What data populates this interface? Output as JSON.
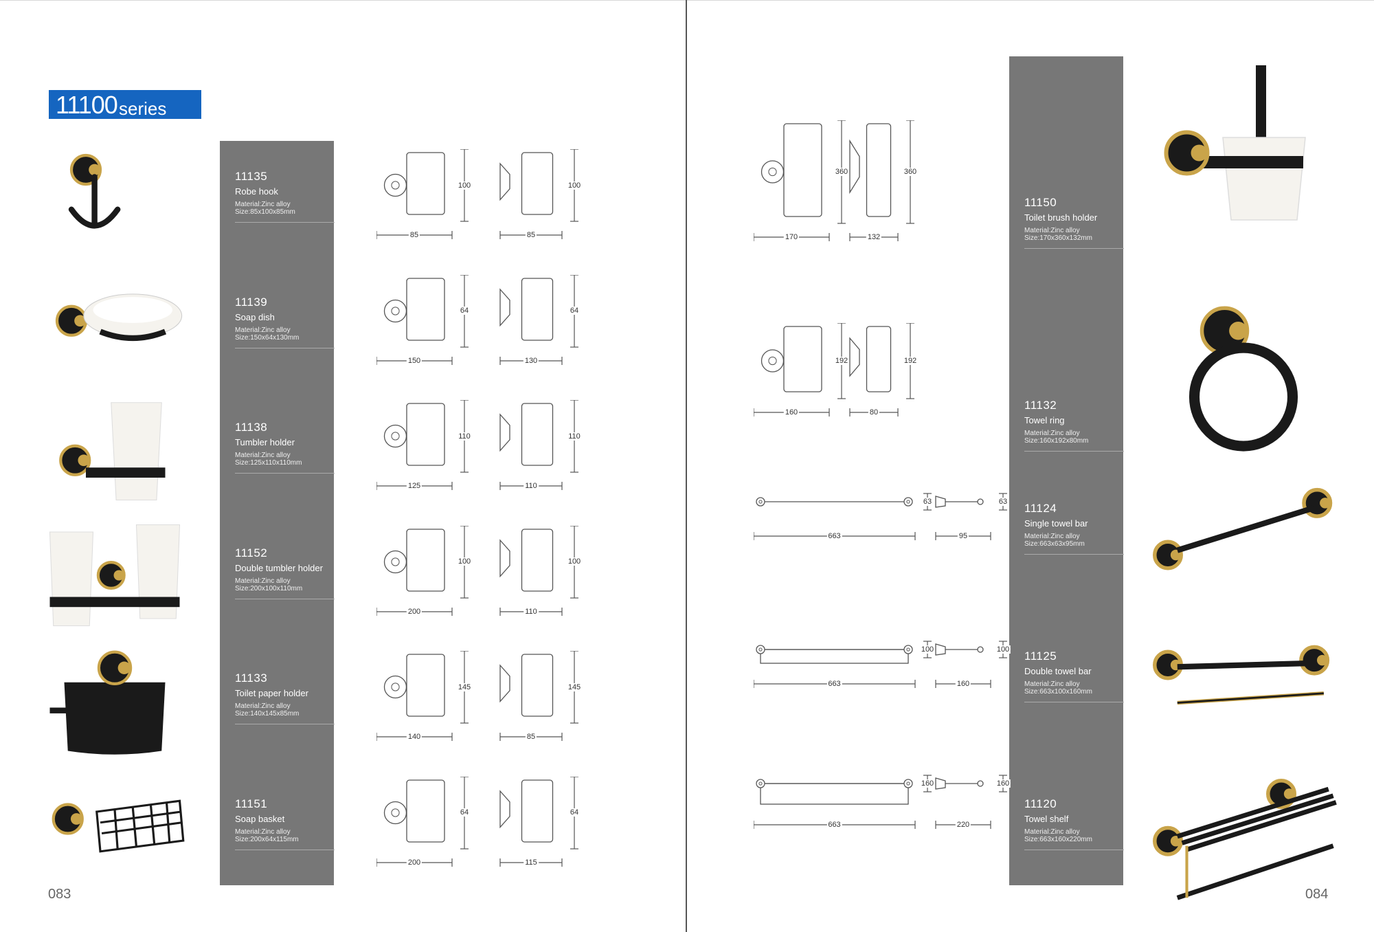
{
  "series": {
    "number": "11100",
    "suffix": "series",
    "accent": "#1565c0"
  },
  "pages": {
    "left": "083",
    "right": "084"
  },
  "left_products": [
    {
      "code": "11135",
      "name": "Robe hook",
      "material": "Material:Zinc alloy",
      "size": "Size:85x100x85mm",
      "icon": "hook",
      "dims": {
        "front_w": "85",
        "front_h": "100",
        "side_w": "85",
        "side_h": "100"
      }
    },
    {
      "code": "11139",
      "name": "Soap dish",
      "material": "Material:Zinc alloy",
      "size": "Size:150x64x130mm",
      "icon": "dish",
      "dims": {
        "front_w": "150",
        "front_h": "64",
        "side_w": "130",
        "side_h": "64"
      }
    },
    {
      "code": "11138",
      "name": "Tumbler holder",
      "material": "Material:Zinc alloy",
      "size": "Size:125x110x110mm",
      "icon": "tumbler",
      "dims": {
        "front_w": "125",
        "front_h": "110",
        "side_w": "110",
        "side_h": "110"
      }
    },
    {
      "code": "11152",
      "name": "Double tumbler holder",
      "material": "Material:Zinc alloy",
      "size": "Size:200x100x110mm",
      "icon": "double",
      "dims": {
        "front_w": "200",
        "front_h": "100",
        "side_w": "110",
        "side_h": "100"
      }
    },
    {
      "code": "11133",
      "name": "Toilet paper holder",
      "material": "Material:Zinc alloy",
      "size": "Size:140x145x85mm",
      "icon": "paper",
      "dims": {
        "front_w": "140",
        "front_h": "145",
        "side_w": "85",
        "side_h": "145"
      }
    },
    {
      "code": "11151",
      "name": "Soap basket",
      "material": "Material:Zinc alloy",
      "size": "Size:200x64x115mm",
      "icon": "basket",
      "dims": {
        "front_w": "200",
        "front_h": "64",
        "side_w": "115",
        "side_h": "64"
      }
    }
  ],
  "right_products": [
    {
      "code": "11150",
      "name": "Toilet brush holder",
      "material": "Material:Zinc alloy",
      "size": "Size:170x360x132mm",
      "icon": "brush",
      "dims": {
        "front_w": "170",
        "front_h": "360",
        "side_w": "132",
        "side_h": "360"
      }
    },
    {
      "code": "11132",
      "name": "Towel ring",
      "material": "Material:Zinc alloy",
      "size": "Size:160x192x80mm",
      "icon": "ring",
      "dims": {
        "front_w": "160",
        "front_h": "192",
        "side_w": "80",
        "side_h": "192"
      }
    },
    {
      "code": "11124",
      "name": "Single towel bar",
      "material": "Material:Zinc alloy",
      "size": "Size:663x63x95mm",
      "icon": "bar",
      "dims": {
        "front_w": "663",
        "front_h": "63",
        "side_w": "95",
        "side_h": "63"
      }
    },
    {
      "code": "11125",
      "name": "Double towel bar",
      "material": "Material:Zinc alloy",
      "size": "Size:663x100x160mm",
      "icon": "doublebar",
      "dims": {
        "front_w": "663",
        "front_h": "100",
        "side_w": "160",
        "side_h": "100"
      }
    },
    {
      "code": "11120",
      "name": "Towel shelf",
      "material": "Material:Zinc alloy",
      "size": "Size:663x160x220mm",
      "icon": "shelf",
      "dims": {
        "front_w": "663",
        "front_h": "160",
        "side_w": "220",
        "side_h": "160"
      }
    }
  ]
}
